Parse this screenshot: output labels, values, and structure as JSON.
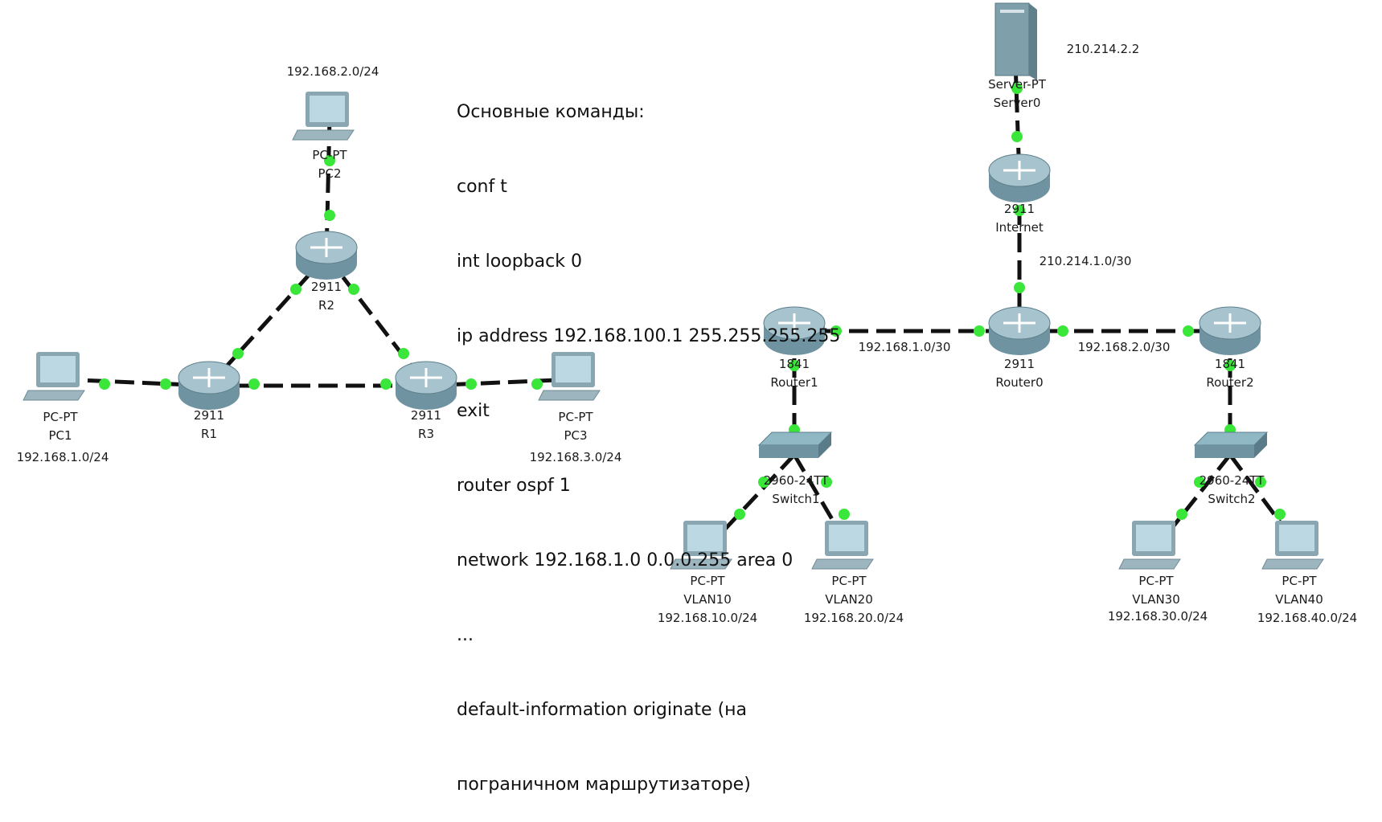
{
  "colors": {
    "link": "#111111",
    "port": "#39e639",
    "router_top": "#a7c3cd",
    "router_side": "#6f93a0",
    "switch_top": "#8fb7c4",
    "pc_screen": "#bcd8e3",
    "pc_body": "#8aa6b1",
    "server": "#7f9fab"
  },
  "notes": {
    "lines": [
      "Основные команды:",
      "conf t",
      "int loopback 0",
      "ip address 192.168.100.1 255.255.255.255",
      "exit",
      "router ospf 1",
      "network 192.168.1.0 0.0.0.255 area 0",
      "...",
      "default-information originate (на",
      "пограничном маршрутизаторе)"
    ]
  },
  "nodes": {
    "pc2": {
      "kind": "pc",
      "model": "PC-PT",
      "name": "PC2",
      "net": "192.168.2.0/24",
      "icon": "pc-icon"
    },
    "r2": {
      "kind": "router",
      "model": "2911",
      "name": "R2",
      "icon": "router-icon"
    },
    "r1": {
      "kind": "router",
      "model": "2911",
      "name": "R1",
      "icon": "router-icon"
    },
    "r3": {
      "kind": "router",
      "model": "2911",
      "name": "R3",
      "icon": "router-icon"
    },
    "pc1": {
      "kind": "pc",
      "model": "PC-PT",
      "name": "PC1",
      "net": "192.168.1.0/24",
      "icon": "pc-icon"
    },
    "pc3": {
      "kind": "pc",
      "model": "PC-PT",
      "name": "PC3",
      "net": "192.168.3.0/24",
      "icon": "pc-icon"
    },
    "server0": {
      "kind": "server",
      "model": "Server-PT",
      "name": "Server0",
      "net": "210.214.2.2",
      "icon": "server-icon"
    },
    "internet": {
      "kind": "router",
      "model": "2911",
      "name": "Internet",
      "icon": "router-icon"
    },
    "router0": {
      "kind": "router",
      "model": "2911",
      "name": "Router0",
      "icon": "router-icon"
    },
    "router1": {
      "kind": "router",
      "model": "1841",
      "name": "Router1",
      "icon": "router-icon"
    },
    "router2": {
      "kind": "router",
      "model": "1841",
      "name": "Router2",
      "icon": "router-icon"
    },
    "switch1": {
      "kind": "switch",
      "model": "2960-24TT",
      "name": "Switch1",
      "icon": "switch-icon"
    },
    "switch2": {
      "kind": "switch",
      "model": "2960-24TT",
      "name": "Switch2",
      "icon": "switch-icon"
    },
    "vlan10": {
      "kind": "pc",
      "model": "PC-PT",
      "name": "VLAN10",
      "net": "192.168.10.0/24",
      "icon": "pc-icon"
    },
    "vlan20": {
      "kind": "pc",
      "model": "PC-PT",
      "name": "VLAN20",
      "net": "192.168.20.0/24",
      "icon": "pc-icon"
    },
    "vlan30": {
      "kind": "pc",
      "model": "PC-PT",
      "name": "VLAN30",
      "net": "192.168.30.0/24",
      "icon": "pc-icon"
    },
    "vlan40": {
      "kind": "pc",
      "model": "PC-PT",
      "name": "VLAN40",
      "net": "192.168.40.0/24",
      "icon": "pc-icon"
    }
  },
  "links": [
    {
      "from": "pc2",
      "to": "r2"
    },
    {
      "from": "r2",
      "to": "r1"
    },
    {
      "from": "r2",
      "to": "r3"
    },
    {
      "from": "r1",
      "to": "r3"
    },
    {
      "from": "pc1",
      "to": "r1"
    },
    {
      "from": "r3",
      "to": "pc3"
    },
    {
      "from": "server0",
      "to": "internet"
    },
    {
      "from": "internet",
      "to": "router0",
      "label": "210.214.1.0/30"
    },
    {
      "from": "router1",
      "to": "router0",
      "label": "192.168.1.0/30"
    },
    {
      "from": "router0",
      "to": "router2",
      "label": "192.168.2.0/30"
    },
    {
      "from": "router1",
      "to": "switch1"
    },
    {
      "from": "router2",
      "to": "switch2"
    },
    {
      "from": "switch1",
      "to": "vlan10"
    },
    {
      "from": "switch1",
      "to": "vlan20"
    },
    {
      "from": "switch2",
      "to": "vlan30"
    },
    {
      "from": "switch2",
      "to": "vlan40"
    }
  ]
}
